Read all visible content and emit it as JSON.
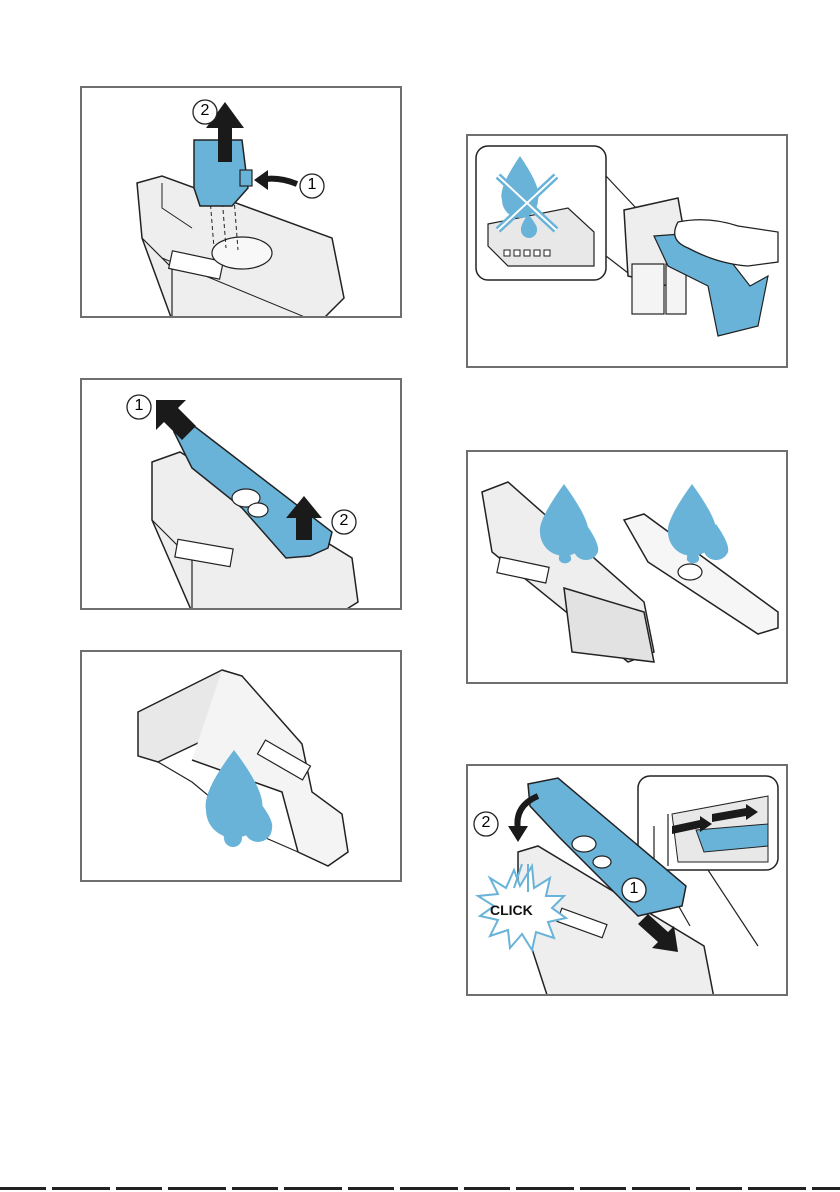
{
  "steps": {
    "step1": {
      "callouts": [
        "1",
        "2"
      ]
    },
    "step2": {
      "callouts": [
        "1",
        "2"
      ]
    },
    "step3": {},
    "step4": {},
    "step5": {},
    "step6": {
      "callouts": [
        "1",
        "2"
      ],
      "click_label": "CLICK"
    }
  },
  "colors": {
    "accent_blue": "#69b3d9",
    "outline": "#222222",
    "plastic_light": "#f2f2f2",
    "plastic_shade": "#d2d2d2",
    "frame": "#6f6f6f",
    "arrow": "#1a1a1a"
  }
}
